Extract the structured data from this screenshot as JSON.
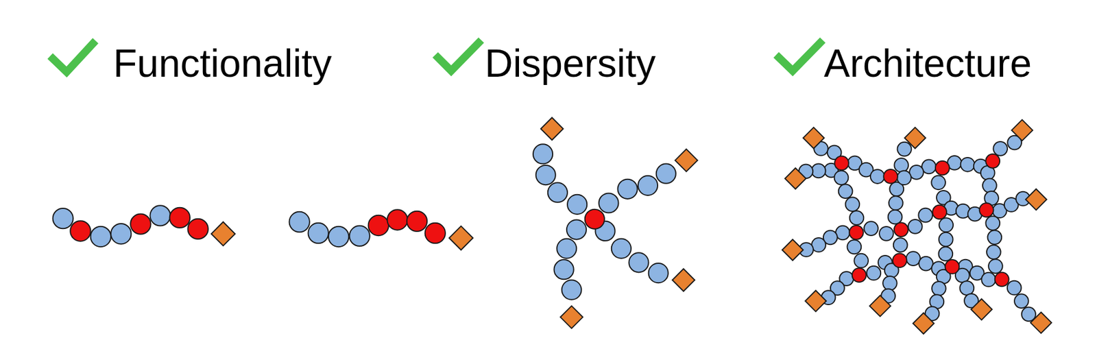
{
  "diagram": {
    "labels": [
      "Functionality",
      "Dispersity",
      "Architecture"
    ]
  }
}
